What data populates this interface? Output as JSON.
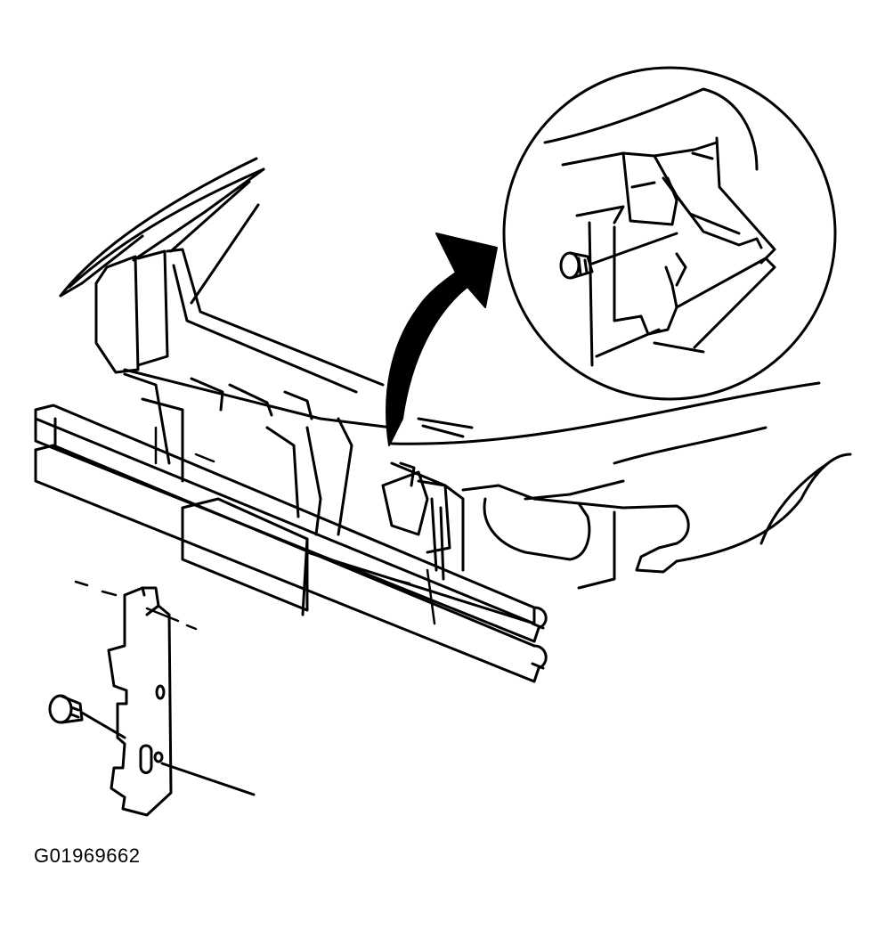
{
  "figure": {
    "id_label": "G01969662"
  },
  "colors": {
    "ink": "#000000",
    "paper": "#ffffff"
  },
  "parts": {
    "vehicle": "vehicle-front-body",
    "bumper": "front-bumper-bar",
    "bracket": "bumper-mounting-bracket",
    "fastener": "bracket-screw",
    "detail": "detail-inset-view",
    "arrow": "detail-callout-arrow"
  }
}
